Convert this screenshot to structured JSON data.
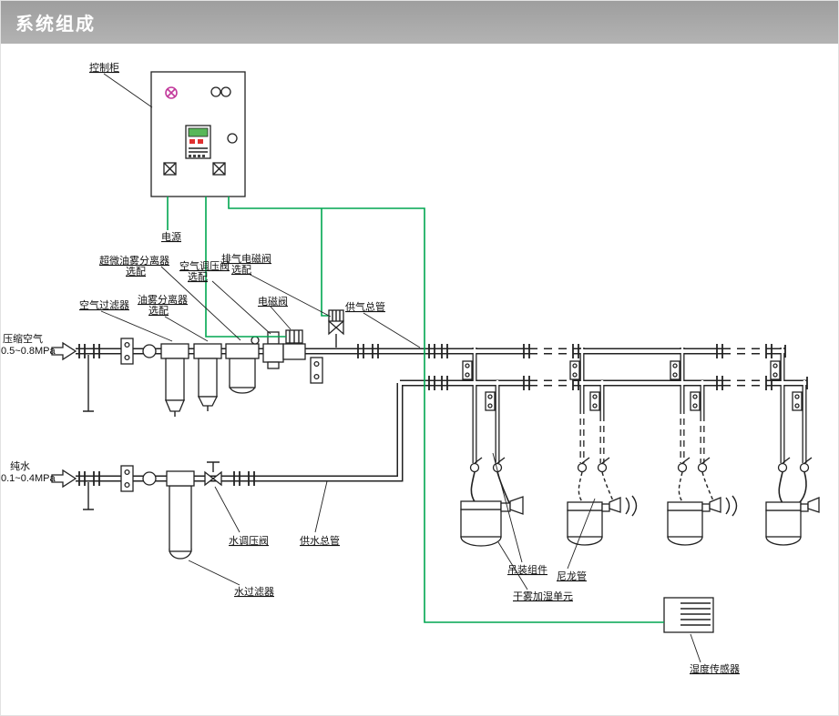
{
  "header": {
    "title": "系统组成"
  },
  "colors": {
    "header_bg": "#a8a8a8",
    "header_text": "#ffffff",
    "wire_green": "#00a650",
    "indicator_magenta": "#c2399b",
    "display_green": "#58b758",
    "display_red": "#e03030"
  },
  "labels": {
    "control_cabinet": "控制柜",
    "power": "电源",
    "ultra_oil_separator": "超微油雾分离器",
    "air_regulator": "空气调压阀",
    "exhaust_solenoid": "排气电磁阀",
    "optional": "选配",
    "air_filter": "空气过滤器",
    "oil_separator": "油雾分离器",
    "solenoid_valve": "电磁阀",
    "air_main": "供气总管",
    "compressed_air": "压缩空气",
    "compressed_air_range": "0.5~0.8MPa",
    "pure_water": "纯水",
    "pure_water_range": "0.1~0.4MPa",
    "water_regulator": "水调压阀",
    "water_main": "供水总管",
    "water_filter": "水过滤器",
    "hanging_assembly": "吊装组件",
    "nylon_tube": "尼龙管",
    "fog_unit": "干雾加湿单元",
    "humidity_sensor": "湿度传感器"
  }
}
